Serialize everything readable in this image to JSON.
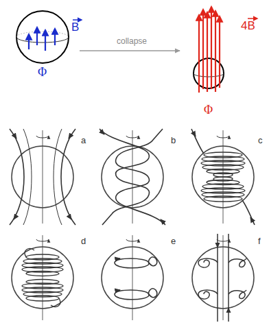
{
  "diagram": {
    "labels": [
      "B",
      "collapse",
      "4B",
      "Φ",
      "Φ",
      "a",
      "b",
      "c",
      "d",
      "e",
      "f"
    ]
  }
}
